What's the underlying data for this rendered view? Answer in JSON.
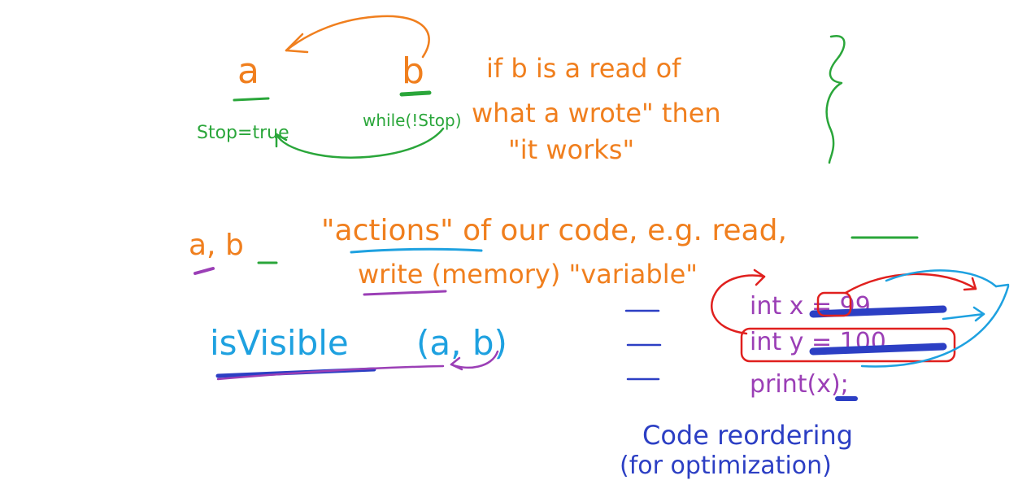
{
  "colors": {
    "orange": "#f07f1e",
    "green": "#2aa63a",
    "blue": "#1ea1e0",
    "purple": "#9b3fb6",
    "navy": "#2c3fc4",
    "red": "#e0201e"
  },
  "top": {
    "a": "a",
    "b": "b",
    "a_code": "Stop=true",
    "b_code": "while(!Stop)",
    "condition_line1": "if b is a read of",
    "condition_line2": "what a wrote\" then",
    "condition_line3": "\"it works\""
  },
  "middle": {
    "ab": "a, b",
    "actions": "\"actions\" of our code, e.g. read,",
    "write_memory": "write (memory) \"variable\""
  },
  "bottom": {
    "is_visible": "isVisible",
    "args": "(a, b)",
    "code_line1": "int x = 99",
    "code_line2": "int y = 100",
    "code_line3": "print(x);",
    "caption_line1": "Code reordering",
    "caption_line2": "(for optimization)"
  }
}
